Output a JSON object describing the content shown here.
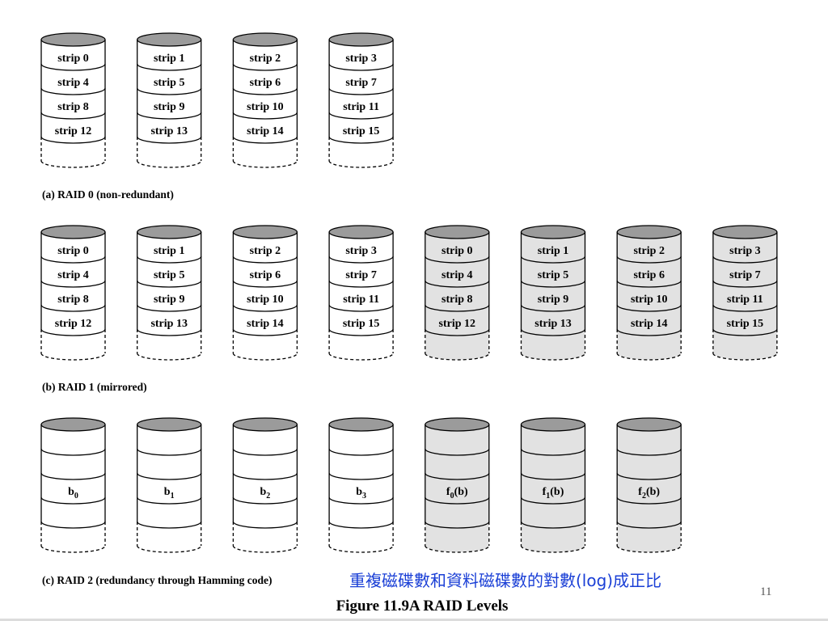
{
  "colors": {
    "disk_top": "#9b9b9b",
    "data_disk_fill": "#ffffff",
    "redundant_disk_fill": "#e2e2e2",
    "note_text": "#1a3fd6"
  },
  "diagram": {
    "raid0": {
      "caption": "(a) RAID 0 (non-redundant)",
      "disks": [
        {
          "type": "data",
          "strips": [
            "strip 0",
            "strip 4",
            "strip 8",
            "strip 12"
          ]
        },
        {
          "type": "data",
          "strips": [
            "strip 1",
            "strip 5",
            "strip 9",
            "strip 13"
          ]
        },
        {
          "type": "data",
          "strips": [
            "strip 2",
            "strip 6",
            "strip 10",
            "strip 14"
          ]
        },
        {
          "type": "data",
          "strips": [
            "strip 3",
            "strip 7",
            "strip 11",
            "strip 15"
          ]
        }
      ]
    },
    "raid1": {
      "caption": "(b) RAID 1 (mirrored)",
      "disks": [
        {
          "type": "data",
          "strips": [
            "strip 0",
            "strip 4",
            "strip 8",
            "strip 12"
          ]
        },
        {
          "type": "data",
          "strips": [
            "strip 1",
            "strip 5",
            "strip 9",
            "strip 13"
          ]
        },
        {
          "type": "data",
          "strips": [
            "strip 2",
            "strip 6",
            "strip 10",
            "strip 14"
          ]
        },
        {
          "type": "data",
          "strips": [
            "strip 3",
            "strip 7",
            "strip 11",
            "strip 15"
          ]
        },
        {
          "type": "redundant",
          "strips": [
            "strip 0",
            "strip 4",
            "strip 8",
            "strip 12"
          ]
        },
        {
          "type": "redundant",
          "strips": [
            "strip 1",
            "strip 5",
            "strip 9",
            "strip 13"
          ]
        },
        {
          "type": "redundant",
          "strips": [
            "strip 2",
            "strip 6",
            "strip 10",
            "strip 14"
          ]
        },
        {
          "type": "redundant",
          "strips": [
            "strip 3",
            "strip 7",
            "strip 11",
            "strip 15"
          ]
        }
      ]
    },
    "raid2": {
      "caption": "(c) RAID 2 (redundancy through Hamming code)",
      "disks": [
        {
          "type": "data",
          "label": {
            "base": "b",
            "sub": "0",
            "tail": ""
          }
        },
        {
          "type": "data",
          "label": {
            "base": "b",
            "sub": "1",
            "tail": ""
          }
        },
        {
          "type": "data",
          "label": {
            "base": "b",
            "sub": "2",
            "tail": ""
          }
        },
        {
          "type": "data",
          "label": {
            "base": "b",
            "sub": "3",
            "tail": ""
          }
        },
        {
          "type": "redundant",
          "label": {
            "base": "f",
            "sub": "0",
            "tail": "(b)"
          }
        },
        {
          "type": "redundant",
          "label": {
            "base": "f",
            "sub": "1",
            "tail": "(b)"
          }
        },
        {
          "type": "redundant",
          "label": {
            "base": "f",
            "sub": "2",
            "tail": "(b)"
          }
        }
      ]
    }
  },
  "annotation": "重複磁碟數和資料磁碟數的對數(log)成正比",
  "page_number": "11",
  "figure_title": "Figure 11.9A RAID Levels"
}
